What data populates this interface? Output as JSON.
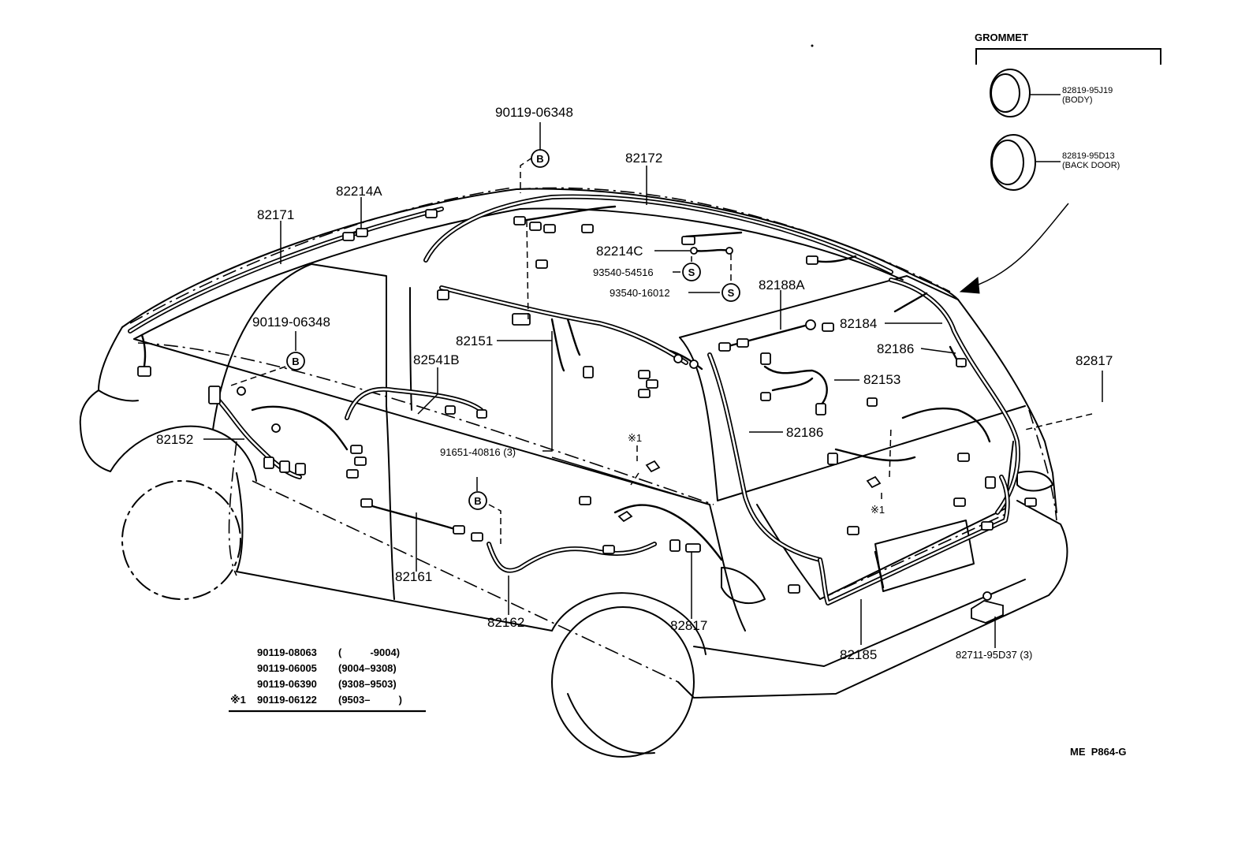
{
  "labels": {
    "p90119_06348_top": "90119-06348",
    "p82172": "82172",
    "p82214A": "82214A",
    "p82171": "82171",
    "p82214C": "82214C",
    "p93540_54516": "93540-54516",
    "p93540_16012": "93540-16012",
    "p82188A": "82188A",
    "p82184": "82184",
    "p82186_right": "82186",
    "p82817_right": "82817",
    "p90119_06348_left": "90119-06348",
    "p82151": "82151",
    "p82541B": "82541B",
    "p82153": "82153",
    "p82186_mid": "82186",
    "p82152": "82152",
    "p91651_40816": "91651-40816 (3)",
    "mark1_upper": "※1",
    "mark1_lower": "※1",
    "p82161": "82161",
    "p82162": "82162",
    "p82817_bottom": "82817",
    "p82185": "82185",
    "p82711_95D37": "82711-95D37 (3)"
  },
  "symbols": {
    "bolt_b": "B",
    "screw_s": "S"
  },
  "grommet": {
    "title": "GROMMET",
    "body_part": "82819-95J19",
    "body_note": "(BODY)",
    "backdoor_part": "82819-95D13",
    "backdoor_note": "(BACK DOOR)"
  },
  "bolt_table": {
    "rows": [
      {
        "part": "90119-08063",
        "range": "(          -9004)"
      },
      {
        "part": "90119-06005",
        "range": "(9004–9308)"
      },
      {
        "part": "90119-06390",
        "range": "(9308–9503)"
      },
      {
        "part": "90119-06122",
        "range": "(9503–          )",
        "mark": "※1"
      }
    ]
  },
  "footer_code": "ME  P864-G"
}
